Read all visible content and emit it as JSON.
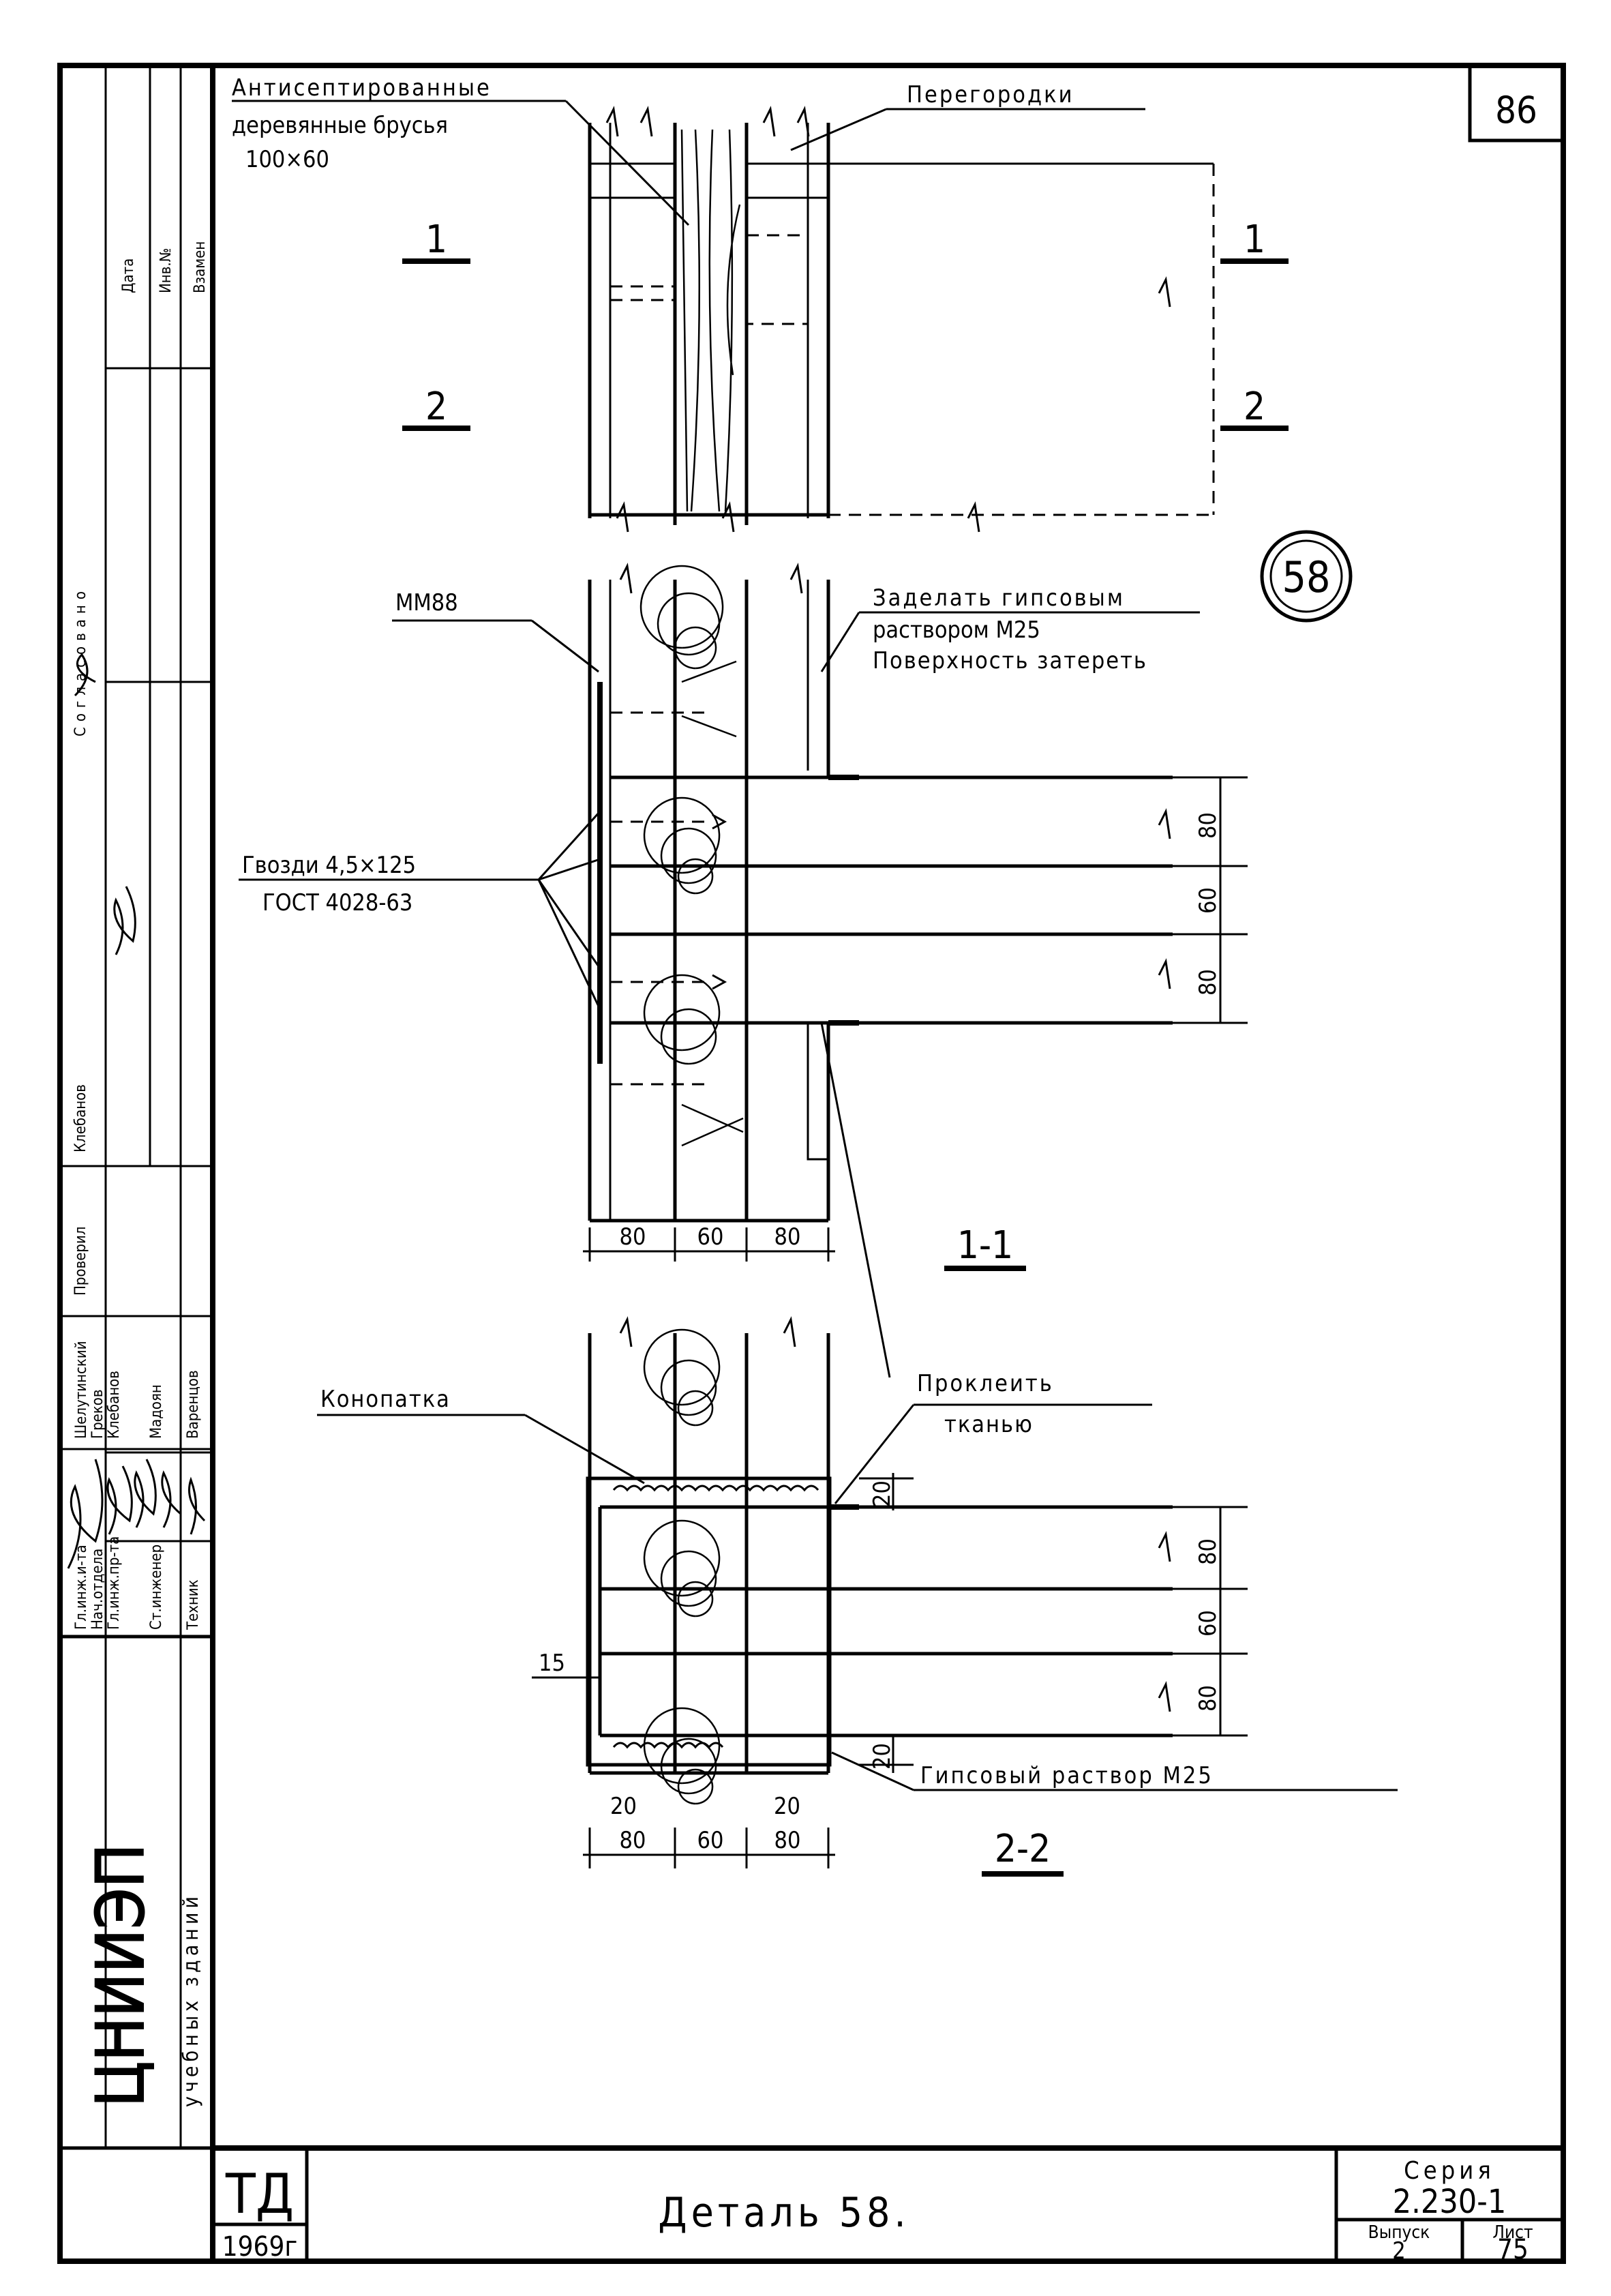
{
  "sheet_number_corner": "86",
  "callouts": {
    "beams": [
      "Антисептированные",
      "деревянные брусья",
      "100×60"
    ],
    "partitions": "Перегородки",
    "mm88": "ММ88",
    "fill": [
      "Заделать гипсовым",
      "раствором М25",
      "Поверхность затереть"
    ],
    "nails": [
      "Гвозди 4,5×125",
      "ГОСТ 4028-63"
    ],
    "caulk": "Конопатка",
    "glue": [
      "Проклеить",
      "тканью"
    ],
    "mortar": "Гипсовый раствор М25"
  },
  "detail_marker": "58",
  "section_marks": {
    "one": "1",
    "two": "2"
  },
  "section_titles": {
    "s1": "1-1",
    "s2": "2-2"
  },
  "dims": {
    "d80": "80",
    "d60": "60",
    "d20": "20",
    "d15": "15"
  },
  "stamp": {
    "org": "ЦНИИЭП",
    "org_sub": "учебных зданий",
    "td": "ТД",
    "year": "1969г",
    "title": "Деталь 58.",
    "series_label": "Серия",
    "series": "2.230-1",
    "issue_label": "Выпуск",
    "issue": "2",
    "sheet_label": "Лист",
    "sheet": "75",
    "approval": "Согласовано",
    "left_col": [
      "Дата",
      "Инв.№",
      "Взамен"
    ],
    "check_role": "Проверил",
    "check_name": "Клебанов",
    "roles": [
      "Гл.инж.и-та",
      "Нач.отдела",
      "Гл.инж.пр-та",
      "Ст.инженер",
      "Техник"
    ],
    "names": [
      "Шелутинский",
      "Греков",
      "Клебанов",
      "Мадоян",
      "Варенцов"
    ]
  }
}
